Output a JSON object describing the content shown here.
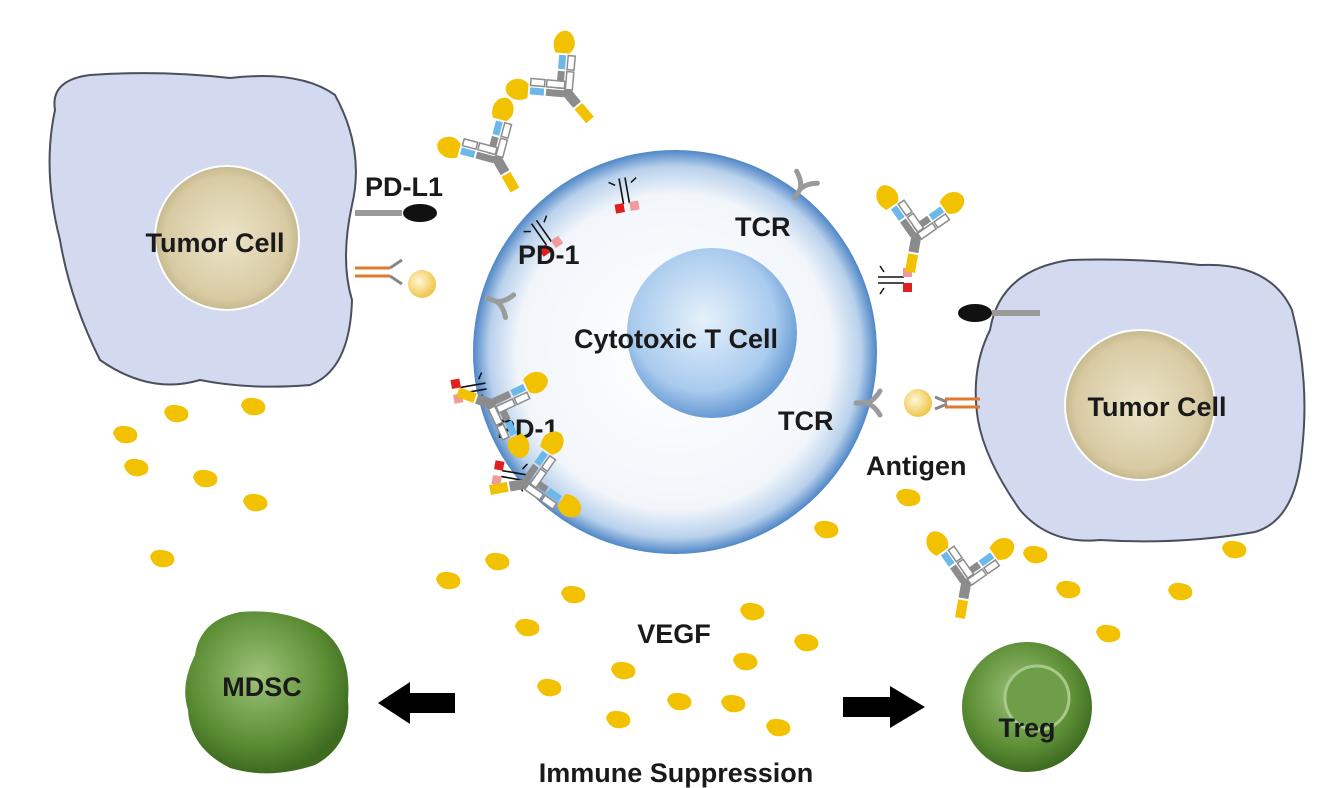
{
  "labels": {
    "tumor_cell_left": "Tumor Cell",
    "tumor_cell_right": "Tumor Cell",
    "pd_l1": "PD-L1",
    "pd1_top": "PD-1",
    "pd1_bottom": "PD-1",
    "tcr_top": "TCR",
    "tcr_right": "TCR",
    "t_cell": "Cytotoxic T Cell",
    "antigen": "Antigen",
    "vegf": "VEGF",
    "mdsc": "MDSC",
    "treg": "Treg",
    "immune_suppression": "Immune Suppression"
  },
  "colors": {
    "tumor_fill": "#d3d9ee",
    "tumor_stroke": "#4a4f5e",
    "nucleus_fill": "#ddd2b0",
    "tcell_edge": "#4f86c6",
    "tcell_nucleus": "#8bb7e4",
    "vegf": "#f2c200",
    "antibody_gray": "#8c8c8c",
    "antibody_yellow": "#f2c200",
    "antibody_blue": "#6cb8e8",
    "pd1_red": "#e02020",
    "cell_green": "#4f8a2a",
    "arrow": "#000000"
  },
  "icons": [
    "antibody-icon",
    "pd1-receptor-icon",
    "tcr-receptor-icon",
    "antigen-icon",
    "pd-l1-ligand-icon",
    "vegf-molecule-icon",
    "arrow-left-icon",
    "arrow-right-icon"
  ]
}
